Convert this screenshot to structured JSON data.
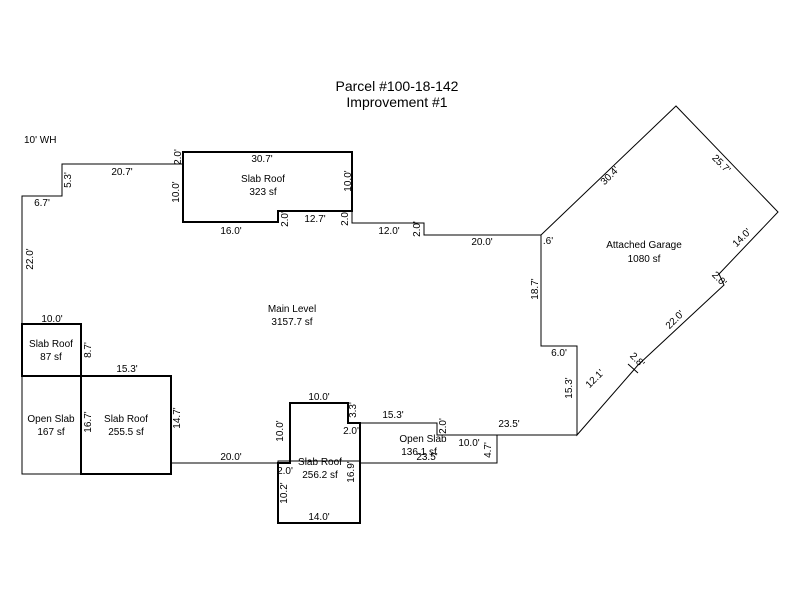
{
  "title": {
    "parcel": "Parcel #100-18-142",
    "improvement": "Improvement #1"
  },
  "note": "10' WH",
  "areas": {
    "main_level": {
      "name": "Main Level",
      "area": "3157.7 sf"
    },
    "slab_roof_top": {
      "name": "Slab Roof",
      "area": "323 sf"
    },
    "attached_garage": {
      "name": "Attached Garage",
      "area": "1080 sf"
    },
    "slab_roof_left_small": {
      "name": "Slab Roof",
      "area": "87 sf"
    },
    "open_slab_left": {
      "name": "Open Slab",
      "area": "167 sf"
    },
    "slab_roof_left_big": {
      "name": "Slab Roof",
      "area": "255.5 sf"
    },
    "slab_roof_bottom": {
      "name": "Slab Roof",
      "area": "256.2 sf"
    },
    "open_slab_right": {
      "name": "Open Slab",
      "area": "136.1 sf"
    }
  },
  "dimensions": {
    "d1": "20.7'",
    "d2": "5.3'",
    "d3": "6.7'",
    "d4": "22.0'",
    "d5": "2.0'",
    "d6": "30.7'",
    "d7": "10.0'",
    "d8": "10.0'",
    "d9": "16.0'",
    "d10": "2.0'",
    "d11": "12.7'",
    "d12": "2.0'",
    "d13": "12.0'",
    "d14": "2.0'",
    "d15": "20.0'",
    "d16": "30.4'",
    "d17": "25.7'",
    "d18": "14.0'",
    "d19": "2.0'",
    "d20": "22.0'",
    "d21": ".6'",
    "d22": "18.7'",
    "d23": "6.0'",
    "d24": "15.3'",
    "d25": "12.1'",
    "d26": "2.8'",
    "d27": "23.5'",
    "d28": "10.0'",
    "d29": "4.7'",
    "d30": "23.5'",
    "d31": "2.0'",
    "d32": "15.3'",
    "d33": "3.3'",
    "d34": "10.0'",
    "d35": "2.0'",
    "d36": "16.9'",
    "d37": "14.0'",
    "d38": "10.2'",
    "d39": "2.0'",
    "d40": "10.0'",
    "d41": "20.0'",
    "d42": "10.0'",
    "d43": "8.7'",
    "d44": "15.3'",
    "d45": "16.7'",
    "d46": "14.7'"
  },
  "colors": {
    "line": "#000000",
    "background": "#ffffff"
  }
}
